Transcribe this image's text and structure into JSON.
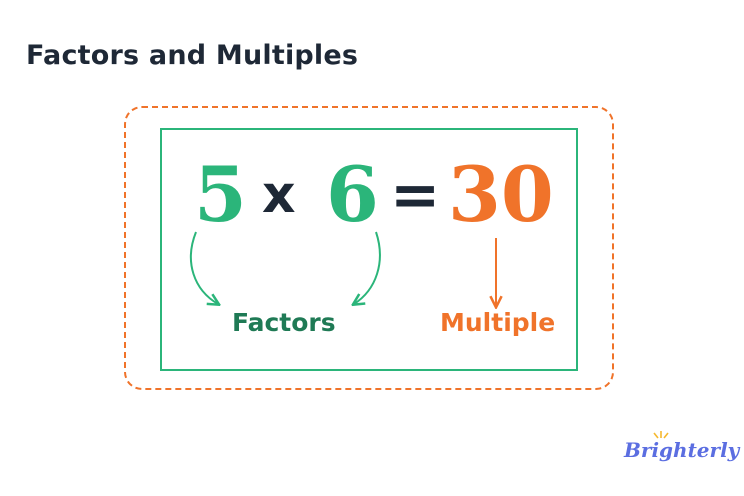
{
  "title": "Factors and Multiples",
  "equation": {
    "factor_a": "5",
    "times": "x",
    "factor_b": "6",
    "equals": "=",
    "product": "30"
  },
  "labels": {
    "factors": "Factors",
    "multiple": "Multiple"
  },
  "brand": {
    "name": "Brighterly"
  },
  "colors": {
    "green": "#2bb57a",
    "dark_green": "#1f7a55",
    "orange": "#f0732a",
    "dark_text": "#1e2836",
    "brand_blue": "#5b6ee1",
    "brand_spark": "#f5b82e"
  }
}
